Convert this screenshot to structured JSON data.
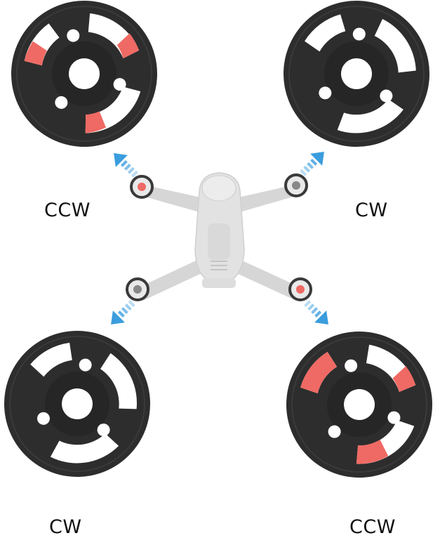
{
  "labels": {
    "top_left": "CCW",
    "top_right": "CW",
    "bottom_left": "CW",
    "bottom_right": "CCW"
  },
  "icons": {
    "rings": "propeller-mount-ring-icon",
    "drone": "drone-icon",
    "arrows": "direction-arrow-icon"
  },
  "colors": {
    "ring": "#2b2b2b",
    "accent": "#ef6a64",
    "arrow": "#4aa8e0",
    "drone": "#d4d4d4"
  }
}
